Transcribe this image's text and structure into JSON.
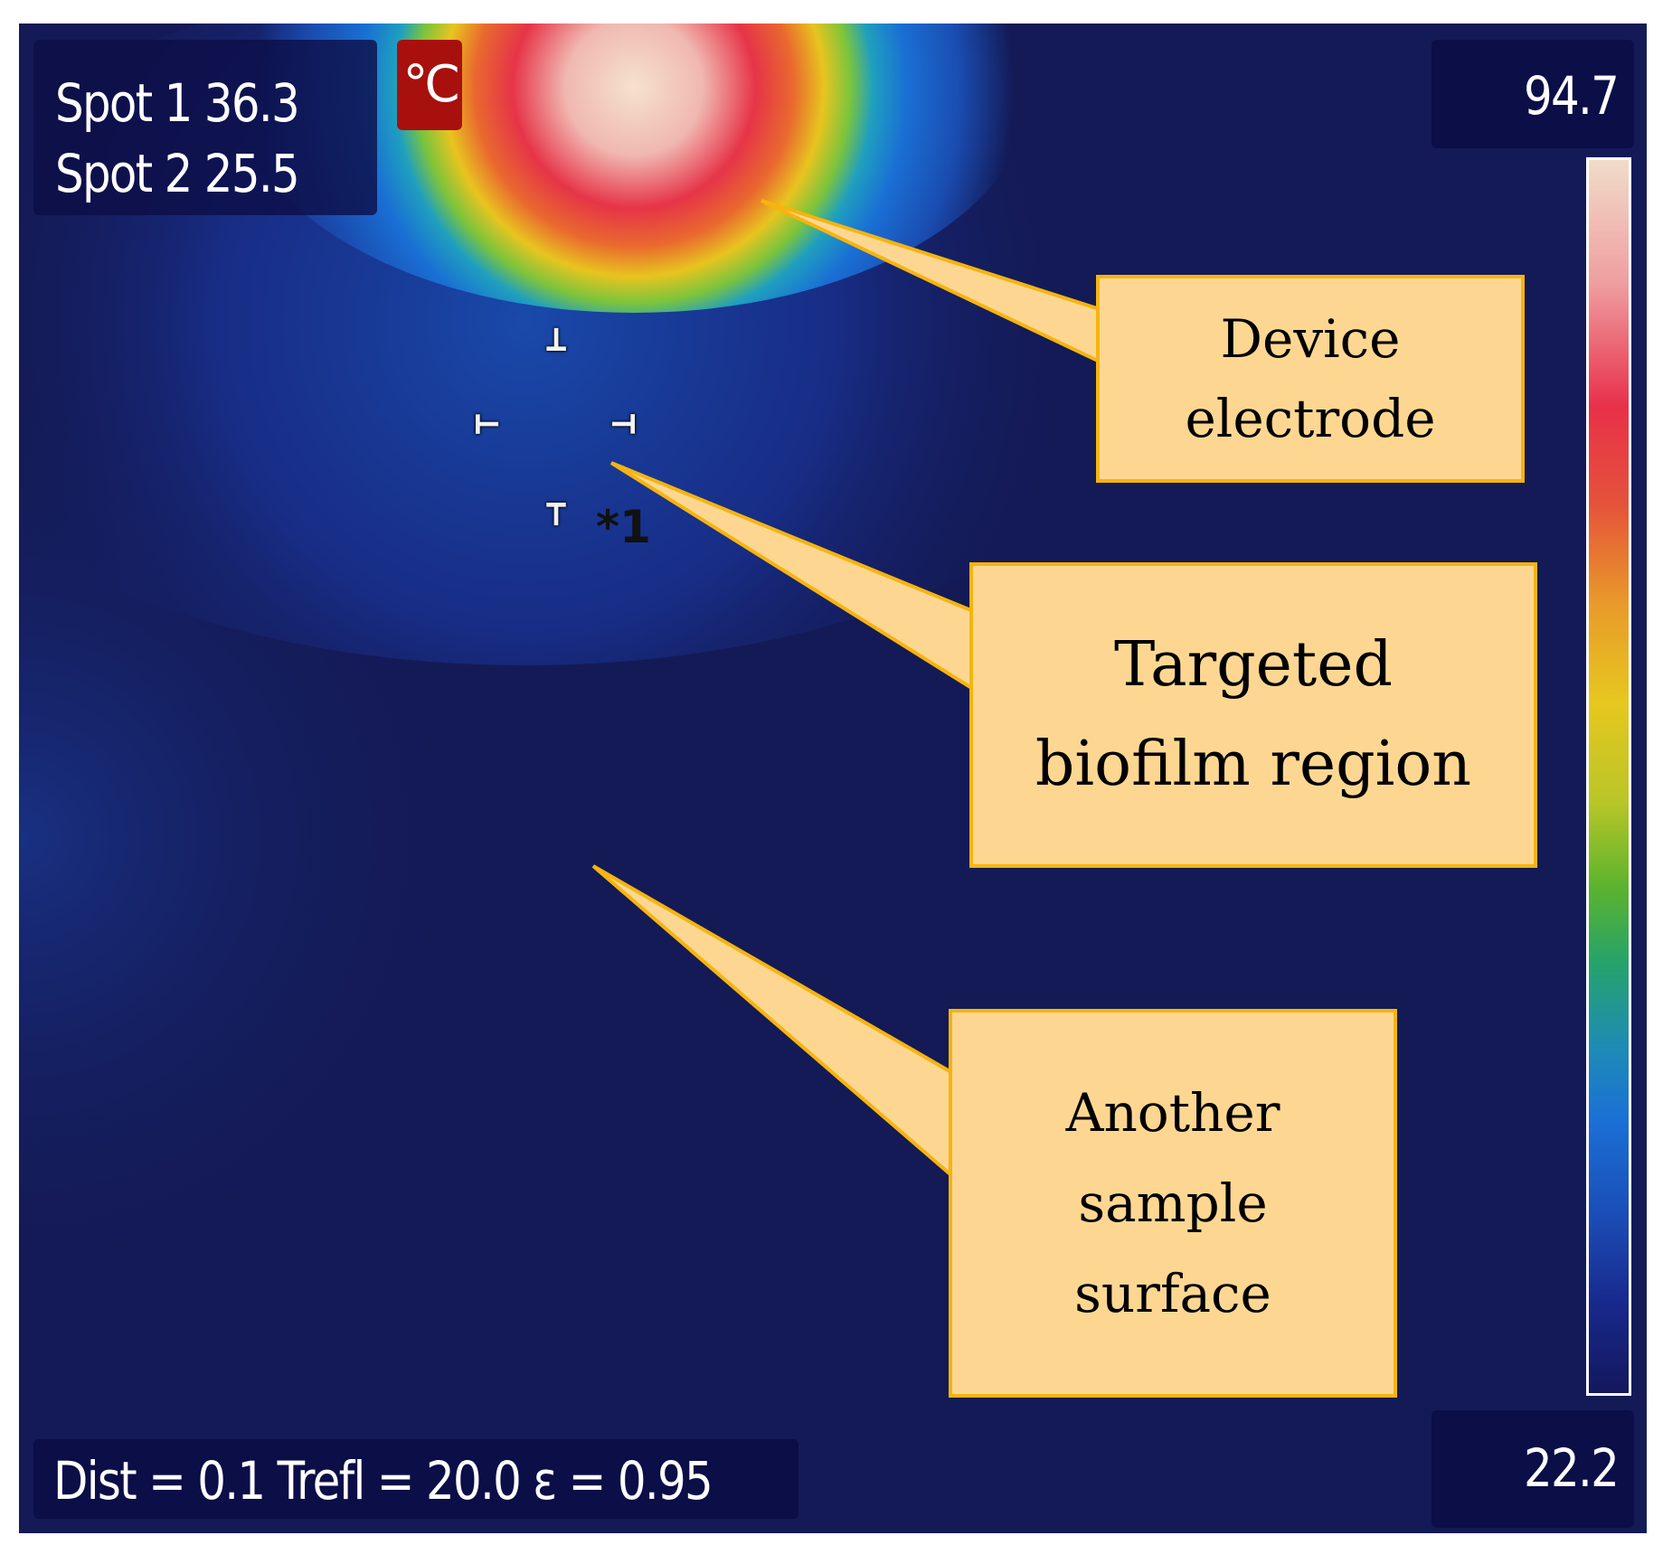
{
  "readout": {
    "spot1": "Spot 1 36.3",
    "spot2": "Spot 2 25.5",
    "unit": "°C"
  },
  "scale": {
    "max": "94.7",
    "min": "22.2"
  },
  "parameters": {
    "text": "Dist = 0.1  Trefl = 20.0  ε = 0.95"
  },
  "marker": {
    "label": "*1"
  },
  "callouts": {
    "device": "Device\nelectrode",
    "biofilm": "Targeted\nbiofilm region",
    "sample": "Another\nsample\nsurface"
  },
  "colors": {
    "background": "#141a56",
    "callout_fill": "#fdd792",
    "callout_border": "#f6b40f",
    "unit_badge": "#a8100e",
    "hot_spot_core": "#f5e2cf"
  }
}
